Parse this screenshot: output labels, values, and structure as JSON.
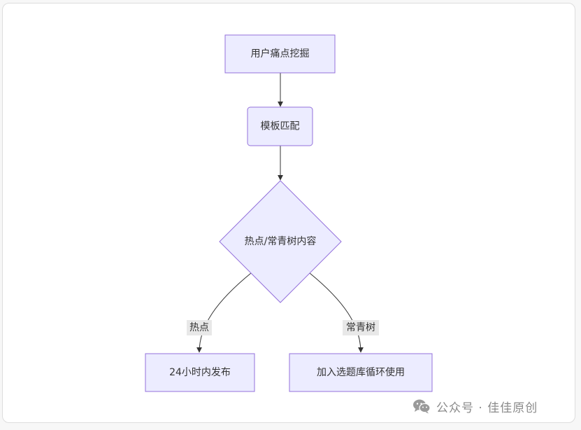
{
  "diagram": {
    "nodes": {
      "pain_point": "用户痛点挖掘",
      "template_match": "模板匹配",
      "decision": "热点/常青树内容",
      "publish_24h": "24小时内发布",
      "topic_library": "加入选题库循环使用"
    },
    "edges": {
      "hot_label": "热点",
      "evergreen_label": "常青树"
    }
  },
  "watermark": {
    "icon": "wechat-icon",
    "text": "公众号 · 佳佳原创"
  },
  "colors": {
    "node_fill": "#ECECFF",
    "node_stroke": "#9370DB",
    "edge": "#333333",
    "watermark": "#8a8a8a"
  }
}
